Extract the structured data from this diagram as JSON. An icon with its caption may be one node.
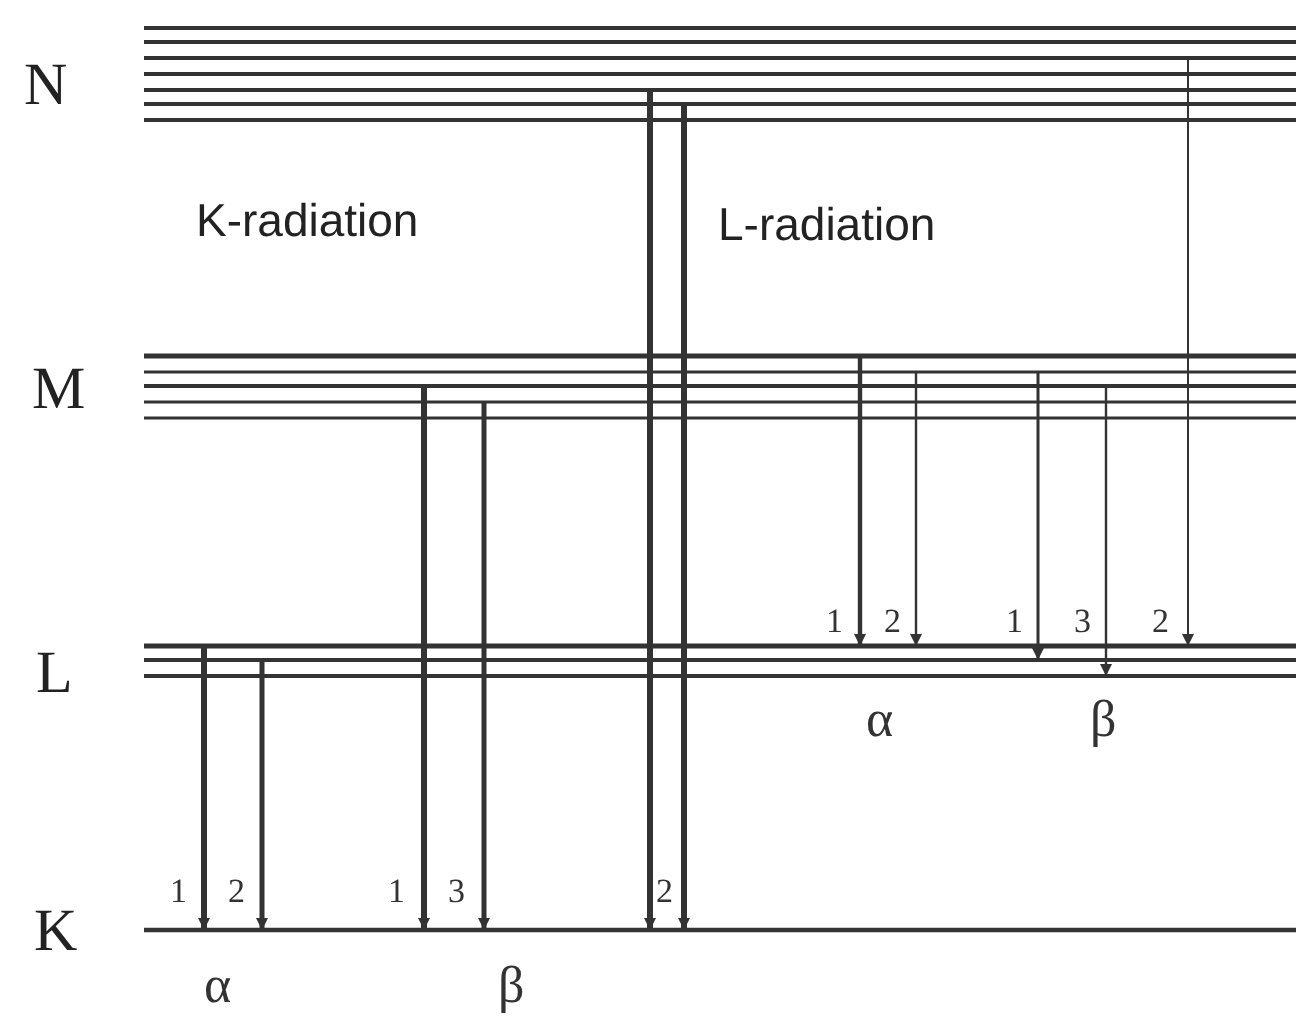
{
  "diagram": {
    "labels": [
      "N",
      "K-radiation",
      "L-radiation",
      "M",
      "1",
      "2",
      "1",
      "3",
      "2",
      "L",
      "α",
      "β",
      "1",
      "2",
      "1",
      "3",
      "2",
      "K",
      "α",
      "β"
    ]
  }
}
